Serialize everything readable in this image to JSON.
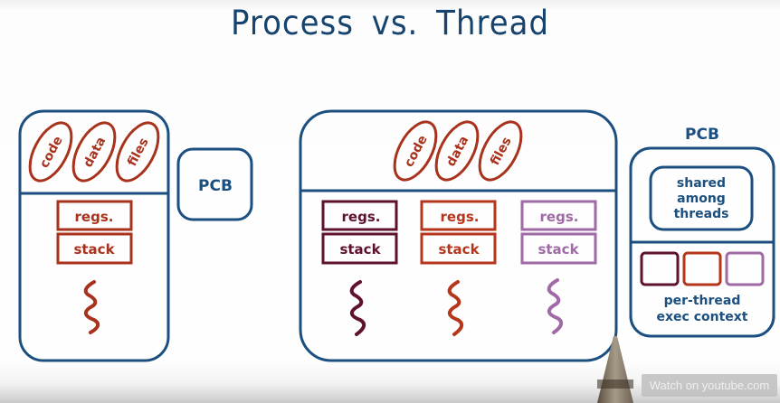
{
  "title": "Process vs. Thread",
  "colors": {
    "outline": "#1b4f80",
    "shared_resource": "#a8321c",
    "thread1": "#5e1230",
    "thread2": "#b6361c",
    "thread3": "#a06aa6",
    "title": "#17446f"
  },
  "single_process": {
    "shared": [
      "code",
      "data",
      "files"
    ],
    "thread": {
      "regs": "regs.",
      "stack": "stack"
    },
    "pcb_label": "PCB"
  },
  "multi_thread_process": {
    "shared": [
      "code",
      "data",
      "files"
    ],
    "threads": [
      {
        "regs": "regs.",
        "stack": "stack"
      },
      {
        "regs": "regs.",
        "stack": "stack"
      },
      {
        "regs": "regs.",
        "stack": "stack"
      }
    ],
    "pcb": {
      "label": "PCB",
      "shared_text": [
        "shared",
        "among",
        "threads"
      ],
      "per_thread_text": [
        "per-thread",
        "exec context"
      ]
    }
  },
  "overlay": {
    "watch_label": "Watch on youtube.com"
  }
}
